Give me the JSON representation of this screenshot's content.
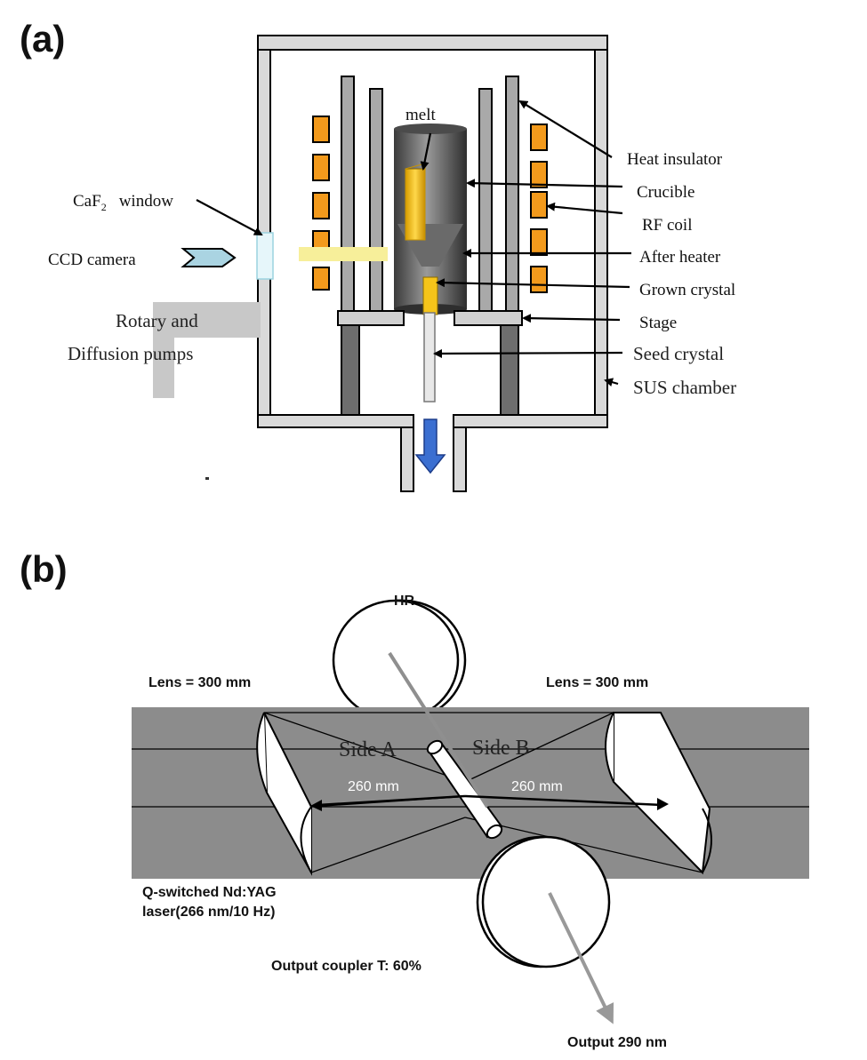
{
  "panel_a": {
    "label": "(a)",
    "labels": {
      "melt": "melt",
      "heat_insulator": "Heat insulator",
      "crucible": "Crucible",
      "rf_coil": "RF coil",
      "after_heater": "After heater",
      "grown_crystal": "Grown crystal",
      "stage": "Stage",
      "seed_crystal": "Seed crystal",
      "sus_chamber": "SUS chamber",
      "caf2_window_base": "CaF",
      "caf2_window_sub": "2",
      "caf2_window_rest": "window",
      "ccd_camera": "CCD camera",
      "pumps_line1": "Rotary and",
      "pumps_line2": "Diffusion pumps"
    },
    "colors": {
      "coil": "#f39a1c",
      "crystal": "#f5c41a",
      "beam": "#f7ef9a",
      "arrow": "#3b6fd1"
    }
  },
  "panel_b": {
    "label": "(b)",
    "labels": {
      "hr": "HR",
      "lens_left": "Lens = 300 mm",
      "lens_right": "Lens = 300 mm",
      "side_a": "Side A",
      "side_b": "Side B",
      "dist_left": "260 mm",
      "dist_right": "260 mm",
      "laser_line1": "Q-switched Nd:YAG",
      "laser_line2": "laser(266 nm/10 Hz)",
      "output_coupler": "Output coupler T: 60%",
      "output": "Output 290 nm"
    },
    "colors": {
      "beam_band": "#8c8c8c",
      "output_beam": "#999999"
    }
  }
}
